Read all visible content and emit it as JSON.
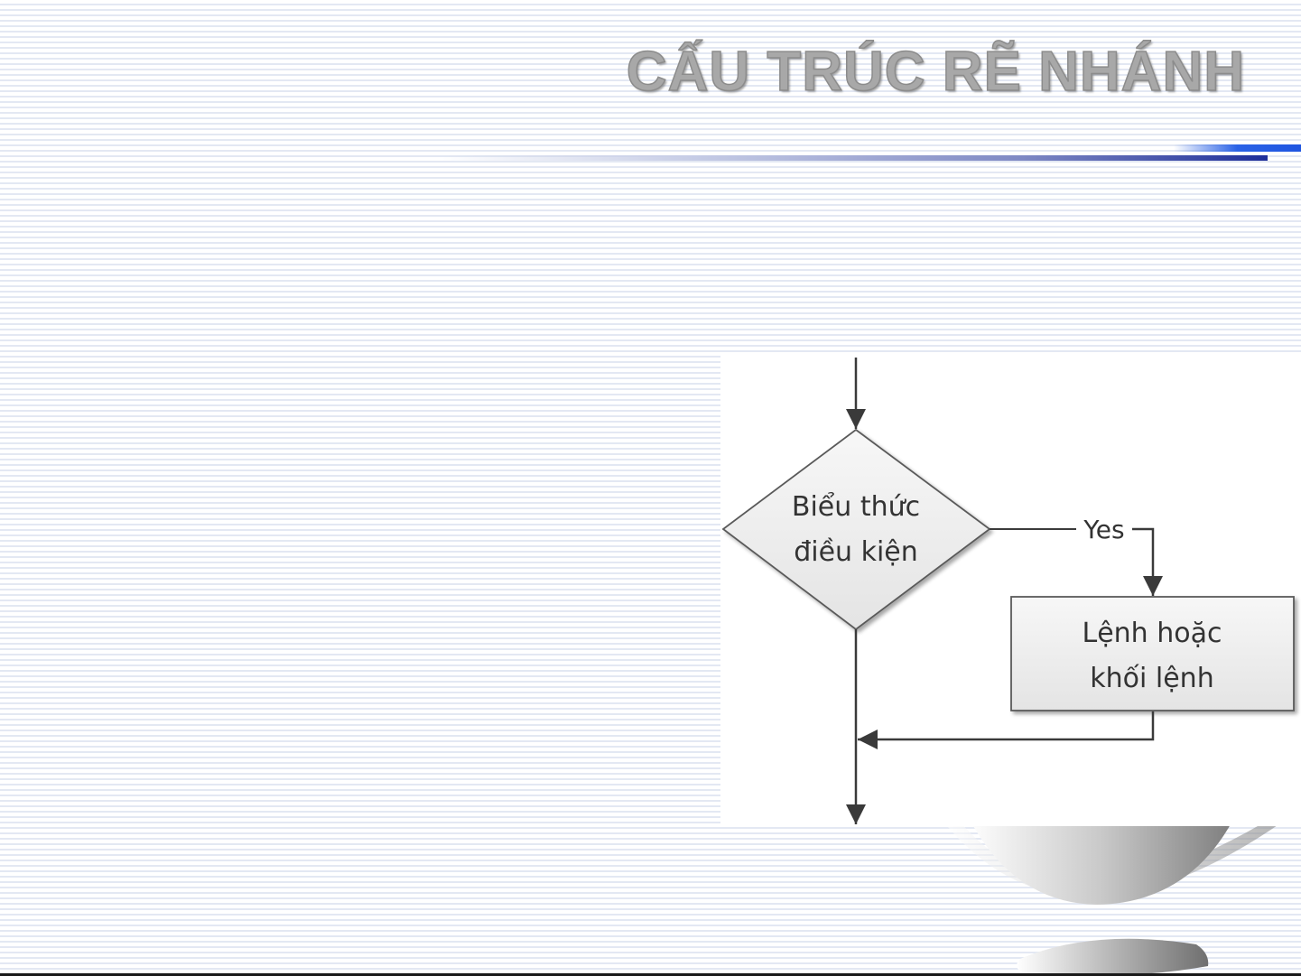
{
  "slide": {
    "title": "CẤU TRÚC RẼ NHÁNH"
  },
  "diagram": {
    "decision": {
      "line1": "Biểu thức",
      "line2": "điều kiện"
    },
    "yes_label": "Yes",
    "process": {
      "line1": "Lệnh hoặc",
      "line2": "khối lệnh"
    }
  },
  "colors": {
    "title_text": "#a8a8a8",
    "title_rule": "#1f2f9a",
    "accent_rule": "#2a62e6",
    "shape_fill": "#ededed",
    "shape_stroke": "#4a4a4a",
    "connector": "#3a3a3a"
  }
}
